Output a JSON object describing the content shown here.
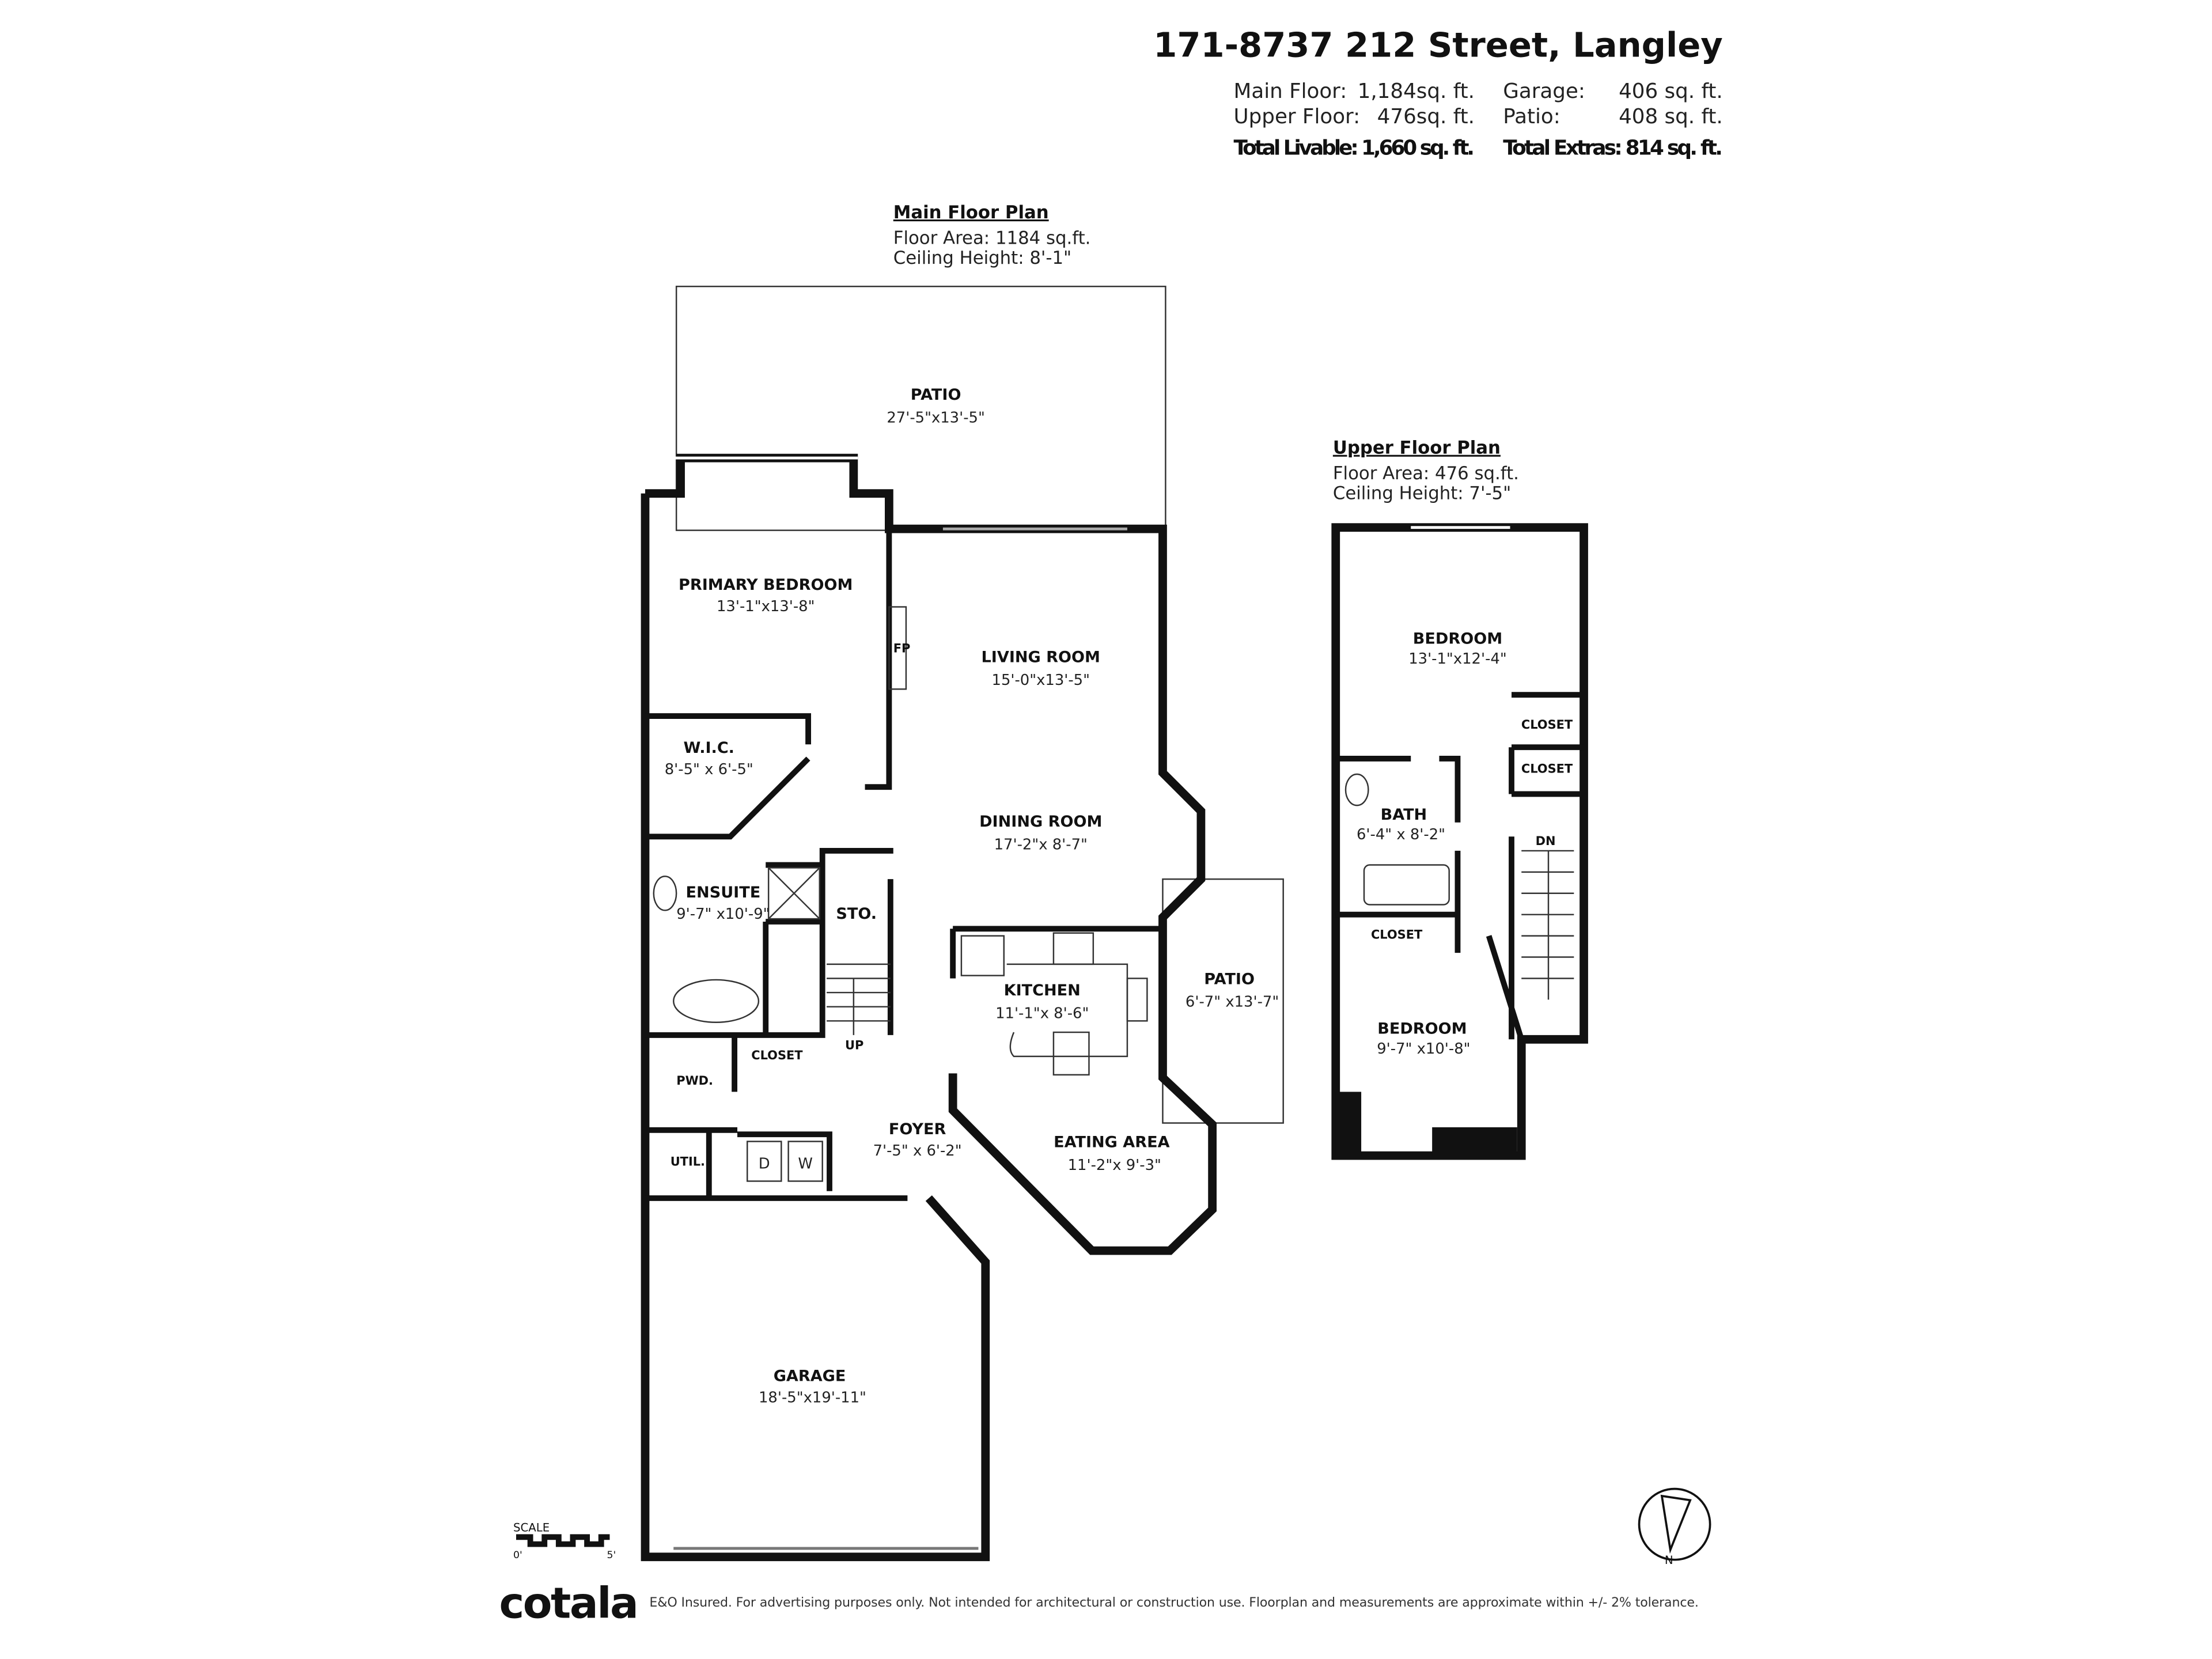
{
  "header": {
    "address": "171-8737 212 Street, Langley",
    "stats": [
      {
        "label": "Main Floor:",
        "value": "1,184sq. ft."
      },
      {
        "label": "Upper Floor:",
        "value": "476sq. ft."
      },
      {
        "label": "Garage:",
        "value": "406 sq. ft."
      },
      {
        "label": "Patio:",
        "value": "408 sq. ft."
      }
    ],
    "total_livable": "Total Livable: 1,660 sq. ft.",
    "total_extras": "Total Extras: 814 sq. ft."
  },
  "main_floor": {
    "title": "Main Floor Plan",
    "area": "Floor Area: 1184 sq.ft.",
    "ceiling": "Ceiling Height: 8'-1\"",
    "rooms": [
      {
        "name": "PATIO",
        "dims": "27'-5\"x13'-5\""
      },
      {
        "name": "PRIMARY BEDROOM",
        "dims": "13'-1\"x13'-8\""
      },
      {
        "name": "LIVING ROOM",
        "dims": "15'-0\"x13'-5\""
      },
      {
        "name": "W.I.C.",
        "dims": "8'-5\" x 6'-5\""
      },
      {
        "name": "DINING ROOM",
        "dims": "17'-2\"x 8'-7\""
      },
      {
        "name": "ENSUITE",
        "dims": "9'-7\" x10'-9\""
      },
      {
        "name": "STO.",
        "dims": ""
      },
      {
        "name": "KITCHEN",
        "dims": "11'-1\"x 8'-6\""
      },
      {
        "name": "PATIO",
        "dims": "6'-7\" x13'-7\""
      },
      {
        "name": "CLOSET",
        "dims": ""
      },
      {
        "name": "PWD.",
        "dims": ""
      },
      {
        "name": "FOYER",
        "dims": "7'-5\" x 6'-2\""
      },
      {
        "name": "EATING AREA",
        "dims": "11'-2\"x 9'-3\""
      },
      {
        "name": "UTIL.",
        "dims": ""
      },
      {
        "name": "GARAGE",
        "dims": "18'-5\"x19'-11\""
      }
    ],
    "fixtures": {
      "fireplace": "FP",
      "stairs": "UP",
      "dryer": "D",
      "washer": "W"
    }
  },
  "upper_floor": {
    "title": "Upper Floor Plan",
    "area": "Floor Area: 476 sq.ft.",
    "ceiling": "Ceiling Height: 7'-5\"",
    "rooms": [
      {
        "name": "BEDROOM",
        "dims": "13'-1\"x12'-4\""
      },
      {
        "name": "CLOSET",
        "dims": ""
      },
      {
        "name": "CLOSET",
        "dims": ""
      },
      {
        "name": "BATH",
        "dims": "6'-4\" x 8'-2\""
      },
      {
        "name": "CLOSET",
        "dims": ""
      },
      {
        "name": "BEDROOM",
        "dims": "9'-7\" x10'-8\""
      }
    ],
    "stairs": "DN"
  },
  "scale": {
    "label": "SCALE",
    "start": "0'",
    "end": "5'"
  },
  "compass": {
    "north": "N",
    "icon": "north-arrow-icon"
  },
  "footer": {
    "logo": "cotala",
    "disclaimer": "E&O Insured. For advertising purposes only. Not intended for architectural or construction use. Floorplan and measurements are approximate within +/- 2% tolerance."
  }
}
